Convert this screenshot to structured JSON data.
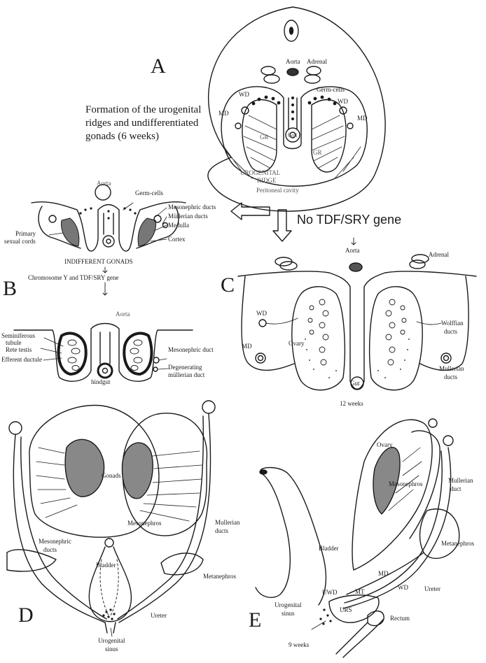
{
  "panels": {
    "A": {
      "letter": "A",
      "caption": "Formation of the urogenital ridges and undifferentiated gonads (6 weeks)",
      "labels": {
        "aorta": "Aorta",
        "adrenal": "Adrenal",
        "germ_cells": "Germ-cells",
        "wd_left": "WD",
        "wd_right": "WD",
        "md_left": "MD",
        "md_right": "MD",
        "gr_left": "GR",
        "gr_right": "GR",
        "gut": "Gut",
        "urogenital": "UROGENITAL",
        "ridge": "RIDGE",
        "peritoneal": "Peritoneal cavity"
      }
    },
    "B": {
      "letter": "B",
      "labels": {
        "aorta_top": "Aorta",
        "germ_cells": "Germ-cells",
        "mesonephric_ducts": "Mesonephric ducts",
        "mullerian_ducts": "Müllerian ducts",
        "medulla": "Medulla",
        "cortex": "Cortex",
        "primary_sexual": "Primary",
        "primary_sexual_2": "sexual cords",
        "indifferent": "INDIFFERENT GONADS",
        "chromosome": "Chromosome Y and TDF/SRY gene",
        "aorta_bottom": "Aorta",
        "seminiferous": "Seminiferous",
        "tubule": "tubule",
        "rete_testis": "Rete testis",
        "efferent": "Efferent ductule",
        "hindgut": "hindgut",
        "mesonephric_duct": "Mesonephric duct",
        "degenerating": "Degenerating",
        "mullerian_duct": "müllerian duct"
      }
    },
    "C": {
      "letter": "C",
      "no_tdf": "No TDF/SRY gene",
      "labels": {
        "aorta": "Aorta",
        "adrenal": "Adrenal",
        "wd": "WD",
        "md": "MD",
        "ovary": "Ovary",
        "gut": "Gut",
        "wolffian": "Wolffian",
        "ducts_w": "ducts",
        "mullerian": "Mullerian",
        "ducts_m": "ducts",
        "age": "12 weeks"
      }
    },
    "D": {
      "letter": "D",
      "labels": {
        "gonads": "Gonads",
        "mesonephros": "Mesonephros",
        "mullerian": "Mullerian",
        "ducts_mu": "ducts",
        "mesonephric": "Mesonephric",
        "ducts_me": "ducts",
        "bladder": "Bladder",
        "metanephros": "Metanephros",
        "ureter": "Ureter",
        "urogenital": "Urogenital",
        "sinus": "sinus"
      }
    },
    "E": {
      "letter": "E",
      "labels": {
        "ovary": "Ovary",
        "mesonephros": "Mesonephros",
        "mullerian": "Mullerian",
        "duct": "duct",
        "metanephros": "Metanephros",
        "bladder": "Bladder",
        "md": "MD",
        "wd": "WD",
        "ureter": "Ureter",
        "mt": "MT",
        "uwd": "UWD",
        "urs": "URS",
        "urogenital": "Urogenital",
        "sinus": "sinus",
        "rectum": "Rectum",
        "age": "9 weeks"
      }
    }
  }
}
